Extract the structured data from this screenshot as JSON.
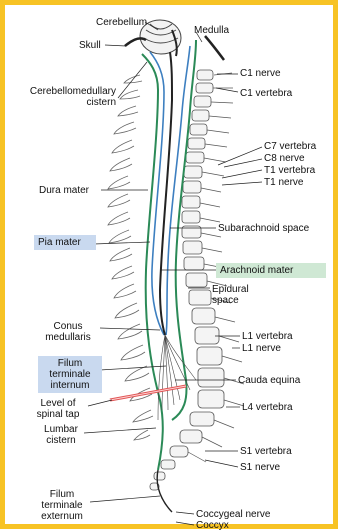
{
  "diagram": {
    "colors": {
      "frame": "#f7c325",
      "dura": "#2b8a57",
      "pia": "#3d7fc0",
      "spinal_tap_needle": "#e05555",
      "highlight_blue": "#c9d9ef",
      "highlight_green": "#cfe8d4"
    },
    "labels": {
      "cerebellum": "Cerebellum",
      "medulla": "Medulla",
      "skull": "Skull",
      "cerebellomedullary_1": "Cerebellomedullary",
      "cerebellomedullary_2": "cistern",
      "c1_nerve": "C1 nerve",
      "c1_vertebra": "C1 vertebra",
      "c7_vertebra": "C7 vertebra",
      "c8_nerve": "C8 nerve",
      "t1_vertebra": "T1 vertebra",
      "t1_nerve": "T1 nerve",
      "dura_mater": "Dura mater",
      "subarachnoid_space": "Subarachnoid space",
      "pia_mater": "Pia mater",
      "arachnoid_mater": "Arachnoid mater",
      "epidural_1": "Epidural",
      "epidural_2": "space",
      "conus_1": "Conus",
      "conus_2": "medullaris",
      "l1_vertebra": "L1 vertebra",
      "l1_nerve": "L1 nerve",
      "filum_int_1": "Filum",
      "filum_int_2": "terminale",
      "filum_int_3": "internum",
      "cauda_equina": "Cauda equina",
      "level_1": "Level of",
      "level_2": "spinal tap",
      "l4_vertebra": "L4 vertebra",
      "lumbar_1": "Lumbar",
      "lumbar_2": "cistern",
      "s1_vertebra": "S1 vertebra",
      "s1_nerve": "S1 nerve",
      "filum_ext_1": "Filum",
      "filum_ext_2": "terminale",
      "filum_ext_3": "externum",
      "coccygeal_nerve": "Coccygeal nerve",
      "coccyx": "Coccyx"
    }
  }
}
